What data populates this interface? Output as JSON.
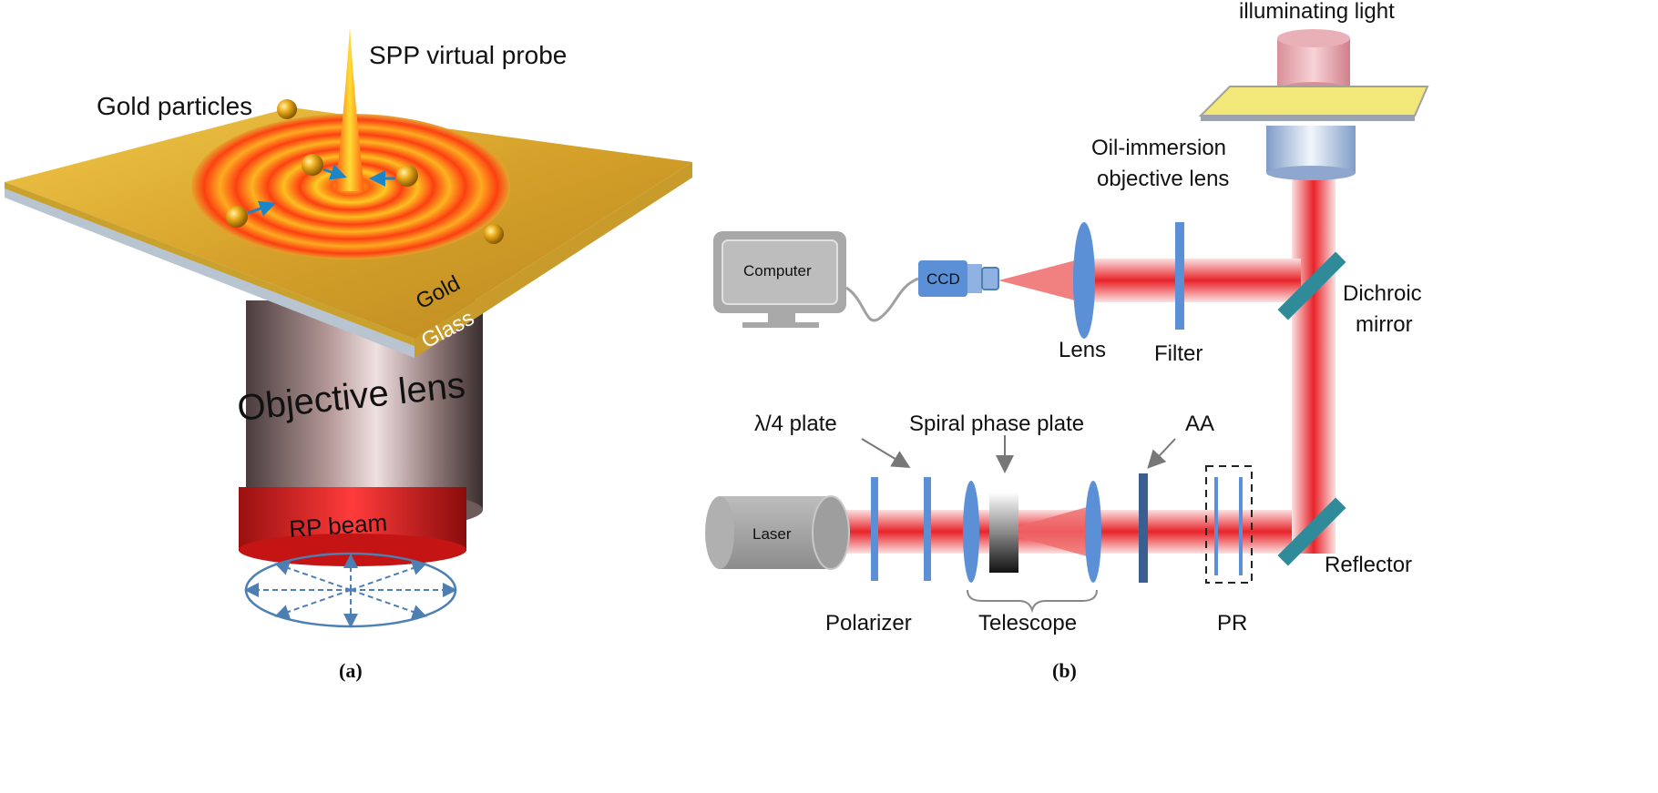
{
  "panel_a": {
    "spp_label": "SPP virtual probe",
    "gold_particles_label": "Gold particles",
    "gold_label": "Gold",
    "glass_label": "Glass",
    "objective_label": "Objective lens",
    "rp_beam_label": "RP beam",
    "caption": "(a)"
  },
  "panel_b": {
    "illuminating_label": "illuminating light",
    "oil_label_line1": "Oil-immersion",
    "oil_label_line2": "objective lens",
    "computer_label": "Computer",
    "ccd_label": "CCD",
    "lens_label": "Lens",
    "filter_label": "Filter",
    "dichroic_line1": "Dichroic",
    "dichroic_line2": "mirror",
    "quarter_plate_label": "λ/4 plate",
    "spiral_label": "Spiral phase plate",
    "aa_label": "AA",
    "laser_label": "Laser",
    "polarizer_label": "Polarizer",
    "telescope_label": "Telescope",
    "pr_label": "PR",
    "reflector_label": "Reflector",
    "caption": "(b)"
  },
  "colors": {
    "beam_red": "#e8242a",
    "optic_blue": "#5b8fd6",
    "mirror_teal": "#2f8a9a",
    "gold": "#d9a92a"
  }
}
